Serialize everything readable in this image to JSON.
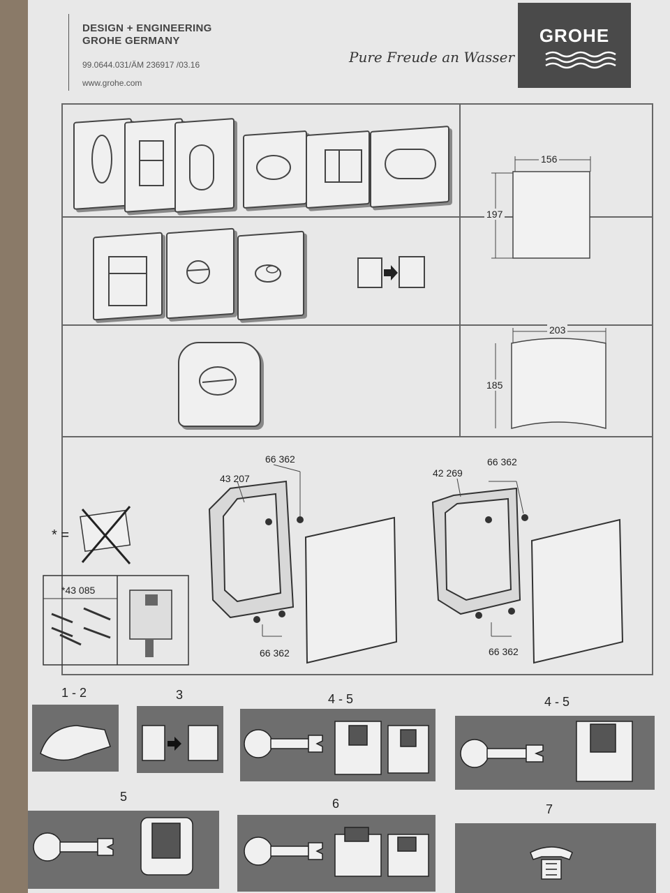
{
  "header": {
    "line1": "DESIGN + ENGINEERING",
    "line2": "GROHE GERMANY",
    "doc_number": "99.0644.031/ÄM 236917 /03.16",
    "website": "www.grohe.com",
    "slogan": "Pure Freude an Wasser",
    "logo_text": "GROHE"
  },
  "dimensions": {
    "square_width": "156",
    "square_height": "197",
    "curved_width": "203",
    "curved_height": "185"
  },
  "parts": {
    "left_frame": "43 207",
    "right_frame": "42 269",
    "screws": "66 362",
    "kit": "*43 085",
    "asterisk_eq": "* ="
  },
  "steps": {
    "s1": "1 - 2",
    "s2": "3",
    "s3": "4 - 5",
    "s4": "4 - 5",
    "s5": "5",
    "s6": "6",
    "s7": "7"
  }
}
